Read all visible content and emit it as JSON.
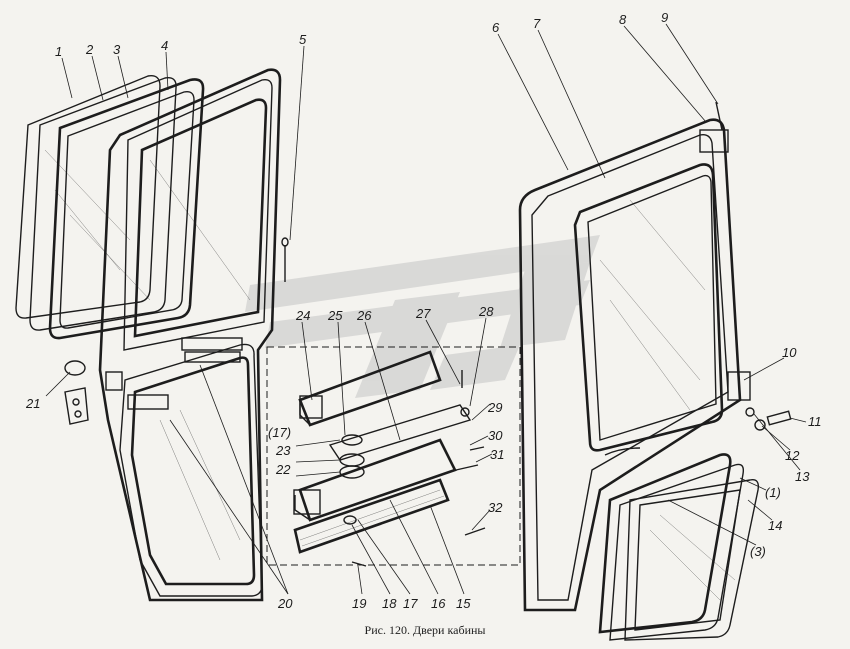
{
  "figure": {
    "caption": "Рис. 120. Двери кабины",
    "callouts": [
      "1",
      "2",
      "3",
      "4",
      "5",
      "6",
      "7",
      "8",
      "9",
      "10",
      "11",
      "12",
      "13",
      "14",
      "(1)",
      "(3)",
      "15",
      "16",
      "17",
      "18",
      "19",
      "20",
      "21",
      "22",
      "23",
      "(17)",
      "24",
      "25",
      "26",
      "27",
      "28",
      "29",
      "30",
      "31",
      "32"
    ]
  },
  "colors": {
    "ink": "#1d1d1d",
    "paper": "#f4f3ef",
    "watermark": "#bfbfbf"
  }
}
